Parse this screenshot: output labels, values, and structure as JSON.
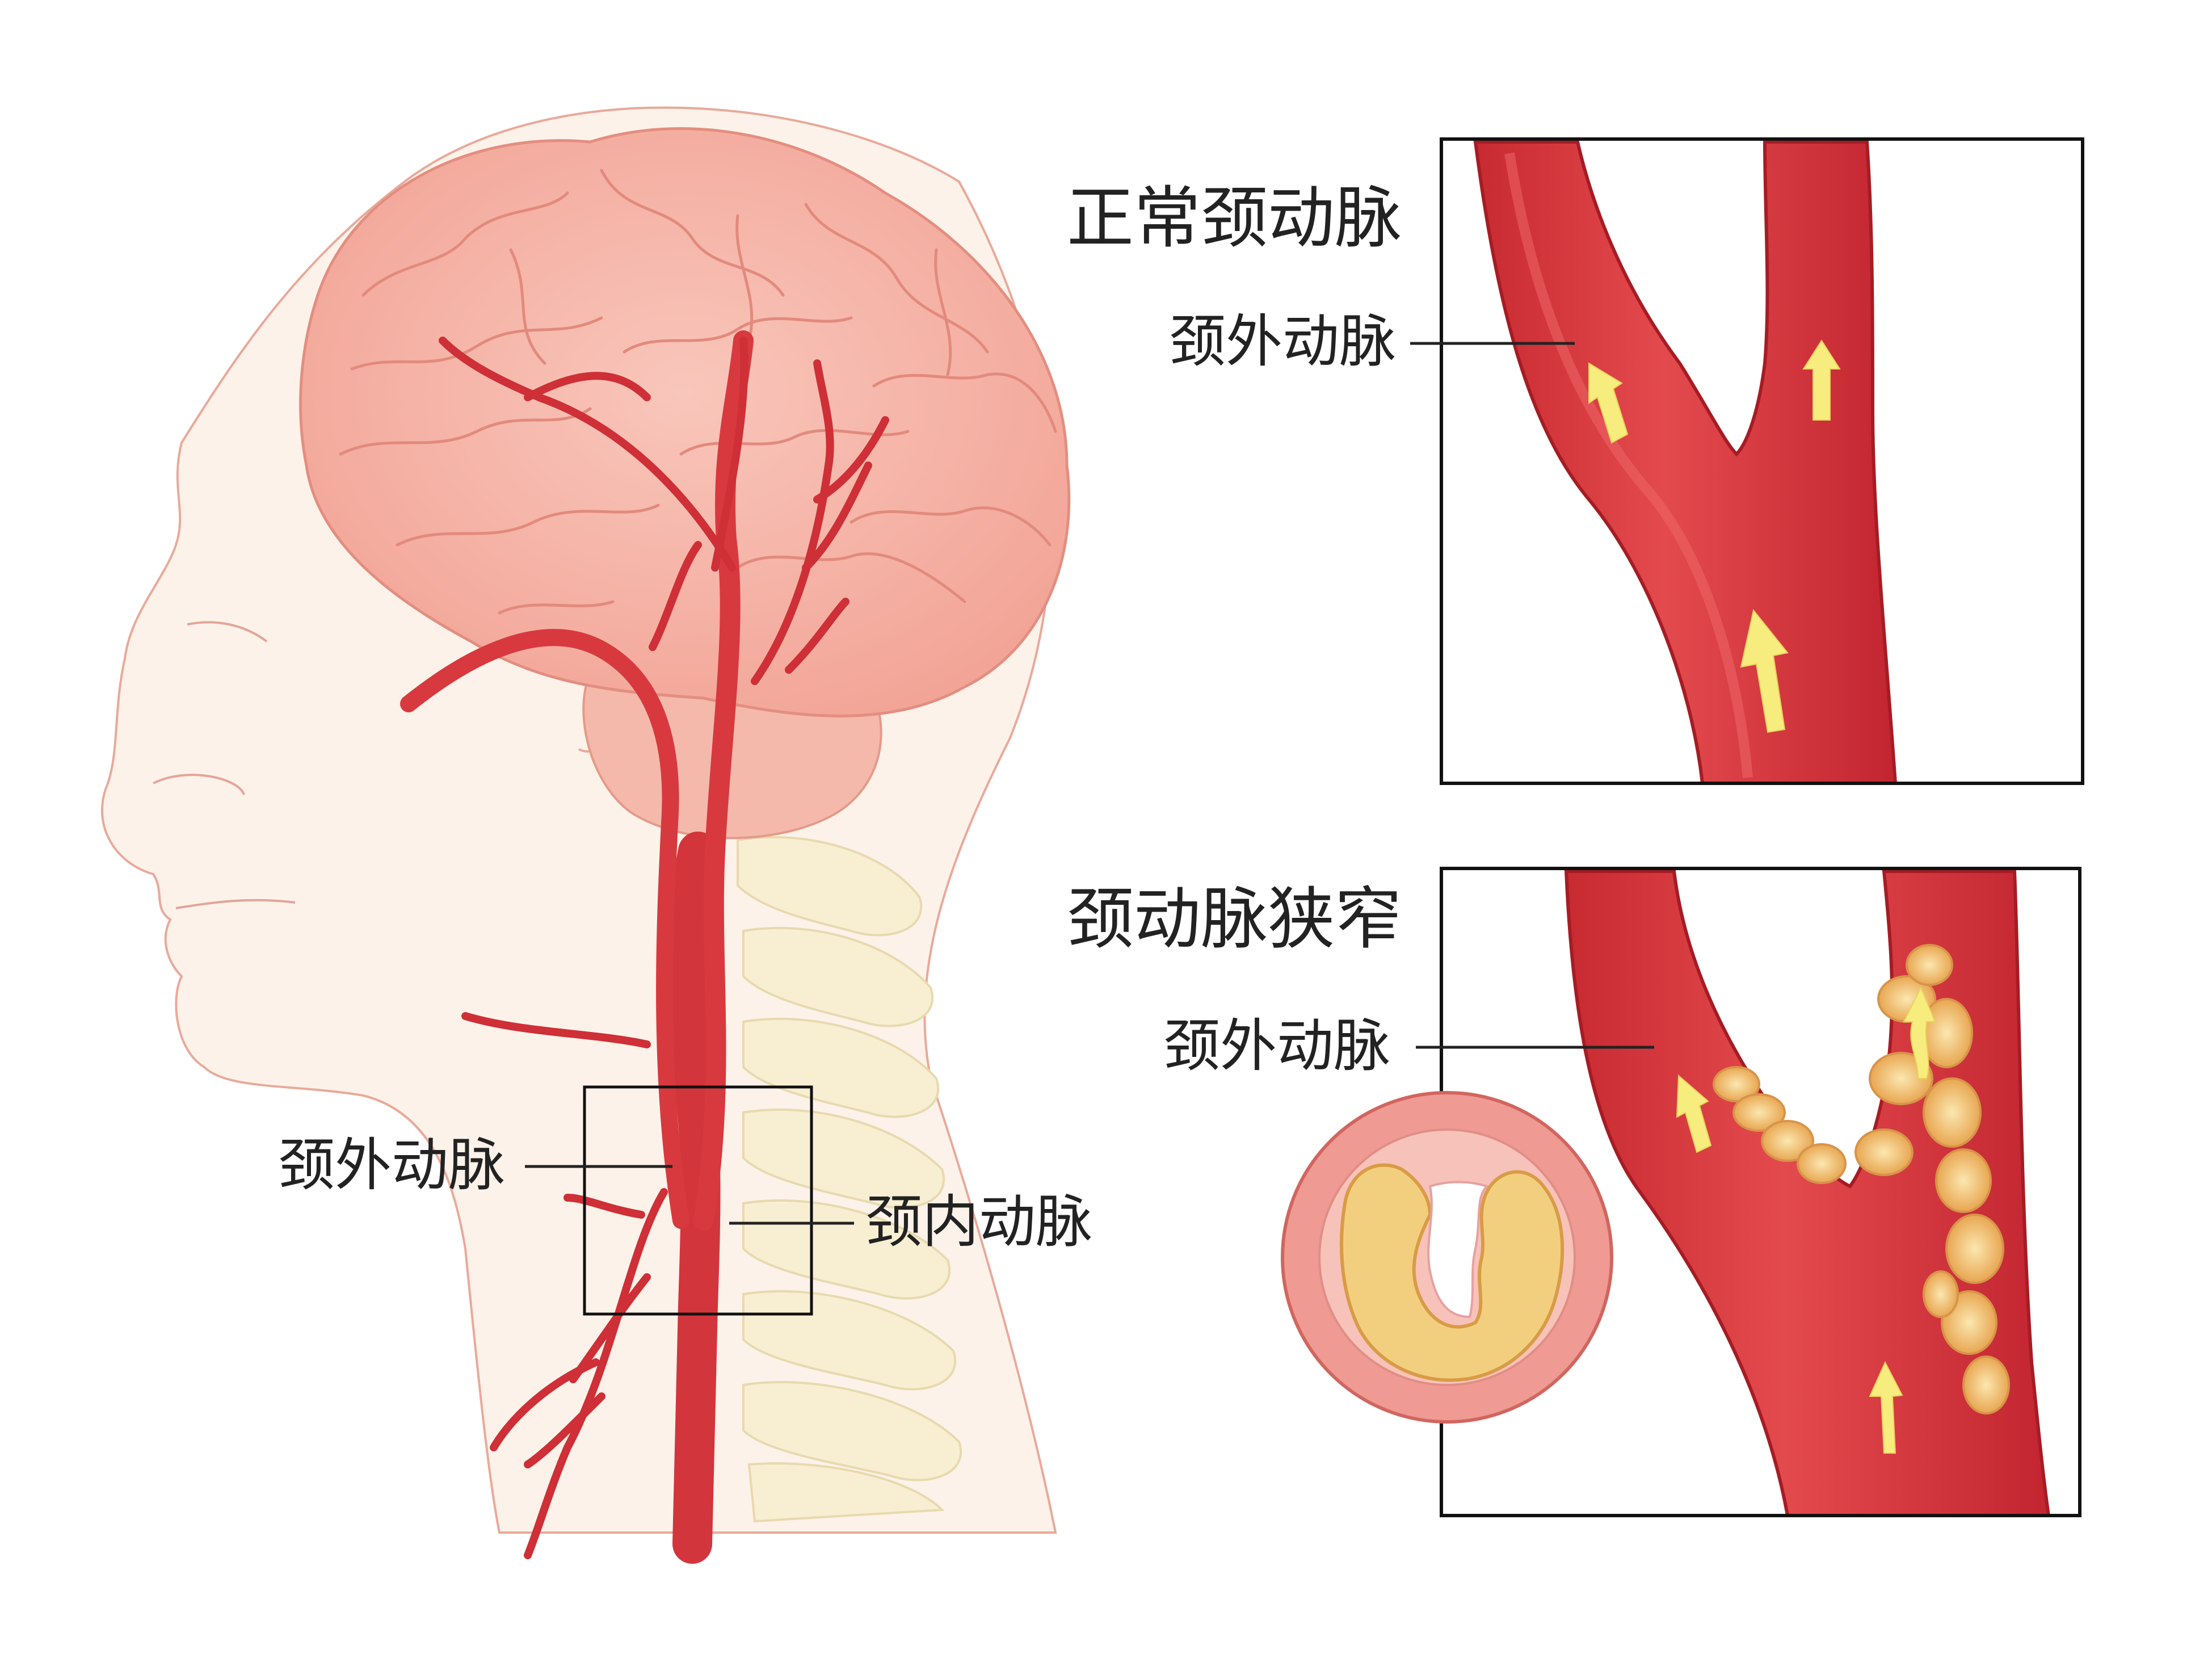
{
  "labels": {
    "normal_title": "正常颈动脉",
    "normal_ext": "颈外动脉",
    "stenosis_title": "颈动脉狭窄",
    "stenosis_ext": "颈外动脉",
    "head_ext": "颈外动脉",
    "head_int": "颈内动脉"
  },
  "colors": {
    "artery": "#d83a3f",
    "artery_dark": "#b8232c",
    "plaque": "#f1c16a",
    "skin": "#fbeee3",
    "brain": "#f6b1a6",
    "arrow": "#f7ec7e",
    "spine": "#f8efd3"
  }
}
